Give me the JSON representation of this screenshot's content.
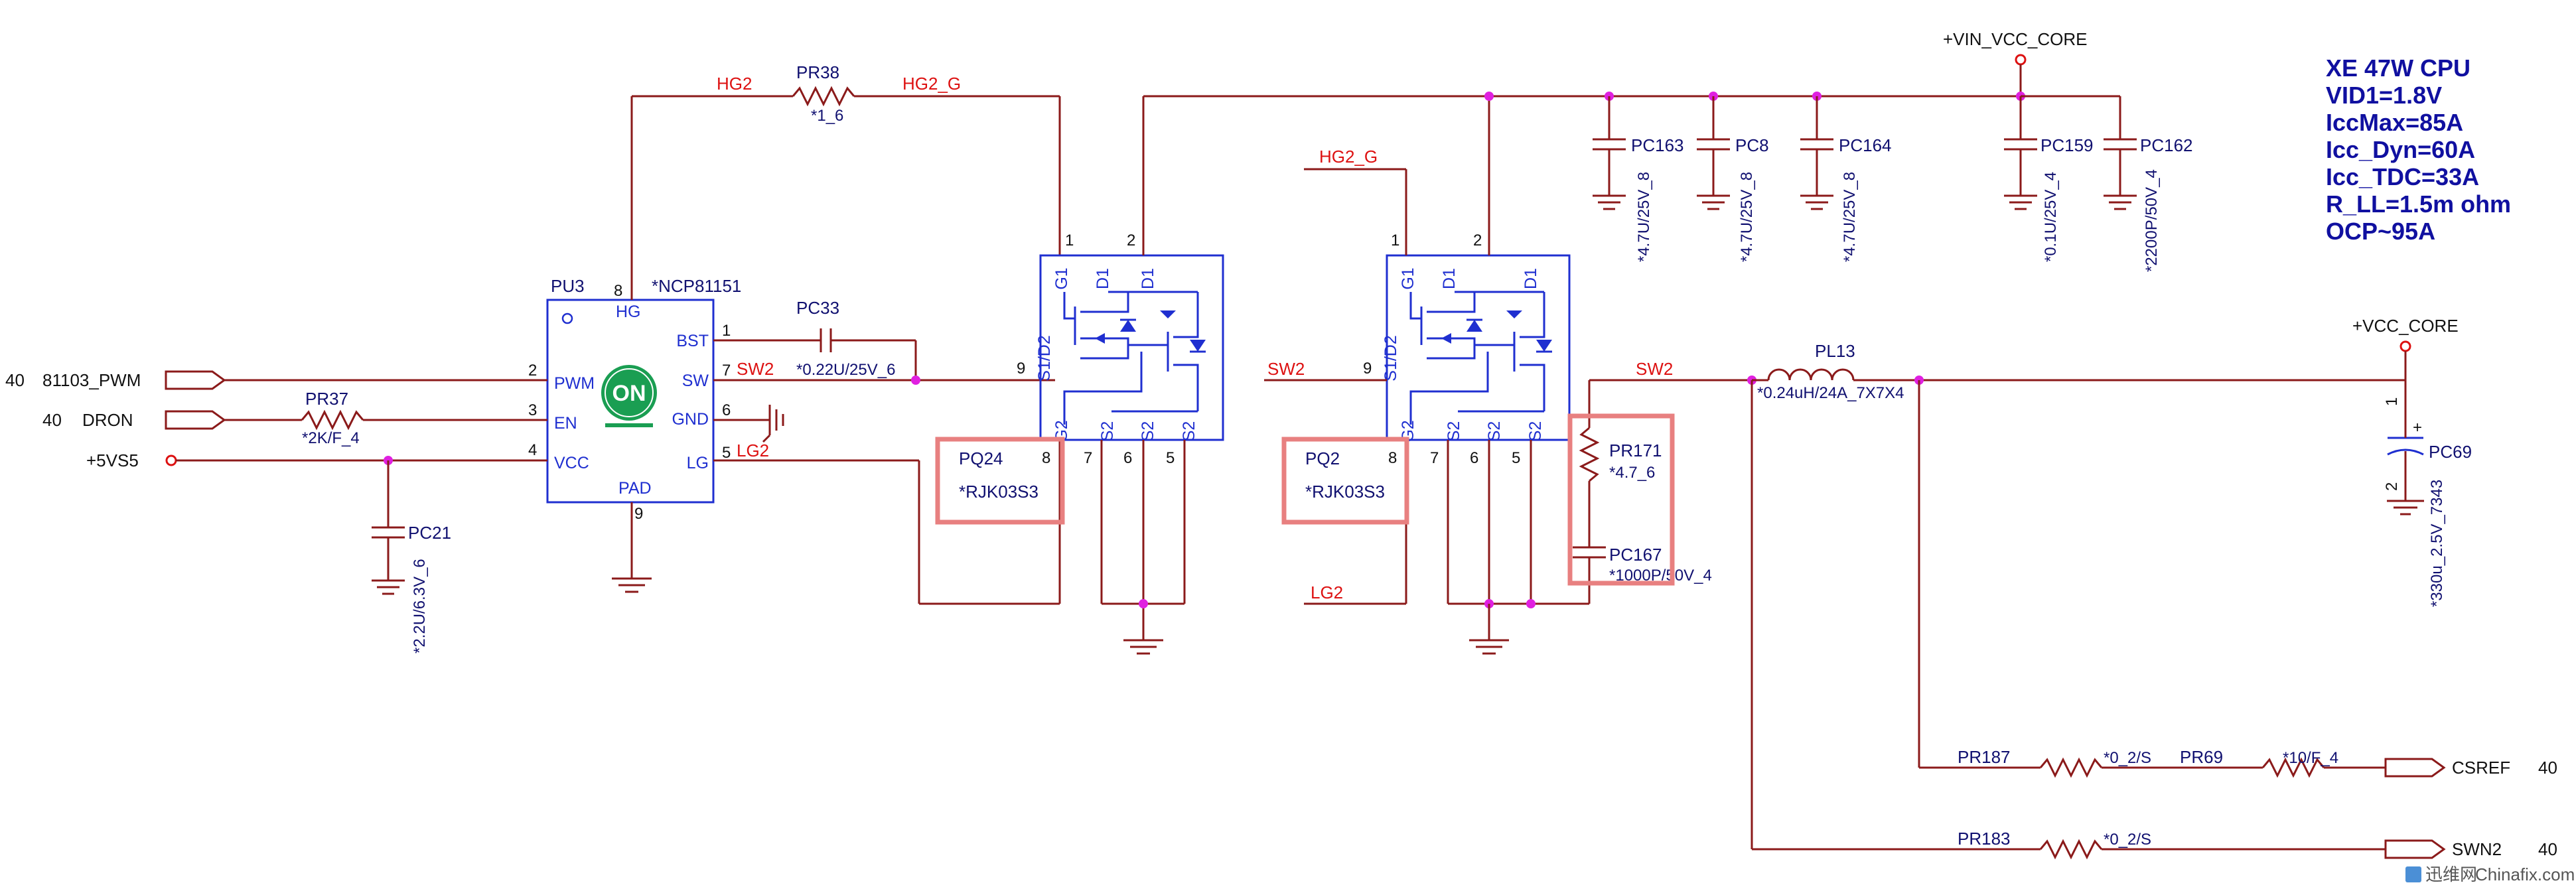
{
  "power": {
    "vin": "+VIN_VCC_CORE",
    "vout": "+VCC_CORE",
    "p5v": "+5VS5"
  },
  "controller": {
    "ref": "PU3",
    "part": "*NCP81151",
    "pins": {
      "hg": "HG",
      "pwm": "PWM",
      "en": "EN",
      "vcc": "VCC",
      "pad": "PAD",
      "bst": "BST",
      "sw": "SW",
      "gnd": "GND",
      "lg": "LG"
    },
    "pin_numbers": {
      "hg": "8",
      "pwm": "2",
      "en": "3",
      "vcc": "4",
      "pad": "9",
      "bst": "1",
      "sw": "7",
      "gnd": "6",
      "lg": "5"
    },
    "logo": "ON"
  },
  "inputs": {
    "pwm_page": "40",
    "pwm_name": "81103_PWM",
    "en_page": "40",
    "en_name": "DRON"
  },
  "nets": {
    "hg2": "HG2",
    "hg2_g": "HG2_G",
    "hg2_g_right": "HG2_G",
    "sw2_ctrl": "SW2",
    "sw2_mid": "SW2",
    "sw2_right": "SW2",
    "lg2_ctrl": "LG2",
    "lg2_right": "LG2"
  },
  "resistors": {
    "pr38": {
      "ref": "PR38",
      "value": "*1_6"
    },
    "pr37": {
      "ref": "PR37",
      "value": "*2K/F_4"
    },
    "pr171": {
      "ref": "PR171",
      "value": "*4.7_6"
    },
    "pr187": {
      "ref": "PR187",
      "value": "*0_2/S"
    },
    "pr69": {
      "ref": "PR69",
      "value": "*10/F_4"
    },
    "pr183": {
      "ref": "PR183",
      "value": "*0_2/S"
    }
  },
  "capacitors": {
    "pc33": {
      "ref": "PC33",
      "value": "*0.22U/25V_6"
    },
    "pc21": {
      "ref": "PC21",
      "value": "*2.2U/6.3V_6"
    },
    "pc163": {
      "ref": "PC163",
      "value": "*4.7U/25V_8"
    },
    "pc8": {
      "ref": "PC8",
      "value": "*4.7U/25V_8"
    },
    "pc164": {
      "ref": "PC164",
      "value": "*4.7U/25V_8"
    },
    "pc159": {
      "ref": "PC159",
      "value": "*0.1U/25V_4"
    },
    "pc162": {
      "ref": "PC162",
      "value": "*2200P/50V_4"
    },
    "pc167": {
      "ref": "PC167",
      "value": "*1000P/50V_4"
    },
    "pc69": {
      "ref": "PC69",
      "value": "*330u_2.5V_7343"
    }
  },
  "inductor": {
    "ref": "PL13",
    "value": "*0.24uH/24A_7X7X4"
  },
  "mosfets": {
    "pq24": {
      "ref": "PQ24",
      "part": "*RJK03S3"
    },
    "pq2": {
      "ref": "PQ2",
      "part": "*RJK03S3"
    },
    "pin_labels": {
      "g1": "G1",
      "d1a": "D1",
      "d1b": "D1",
      "s1d2": "S1/D2",
      "g2": "G2",
      "s2a": "S2",
      "s2b": "S2",
      "s2c": "S2"
    },
    "pin_numbers": {
      "p1": "1",
      "p2": "2",
      "p9": "9",
      "p8": "8",
      "p7": "7",
      "p6": "6",
      "p5": "5"
    }
  },
  "cap_pins": {
    "p1": "1",
    "p2": "2",
    "plus": "+"
  },
  "outputs": {
    "csref": "CSREF",
    "csref_page": "40",
    "swn2": "SWN2",
    "swn2_page": "40"
  },
  "specs": [
    "XE 47W CPU",
    "VID1=1.8V",
    "IccMax=85A",
    "Icc_Dyn=60A",
    "Icc_TDC=33A",
    "R_LL=1.5m ohm",
    "OCP~95A"
  ],
  "watermark": {
    "brand": "迅维网",
    "site": "Chinafix.com"
  },
  "colors": {
    "wire": "#8b1a1a",
    "part": "#1f2fd0",
    "net": "#dd1111",
    "junction": "#e020e0",
    "highlight": "#e88080"
  }
}
